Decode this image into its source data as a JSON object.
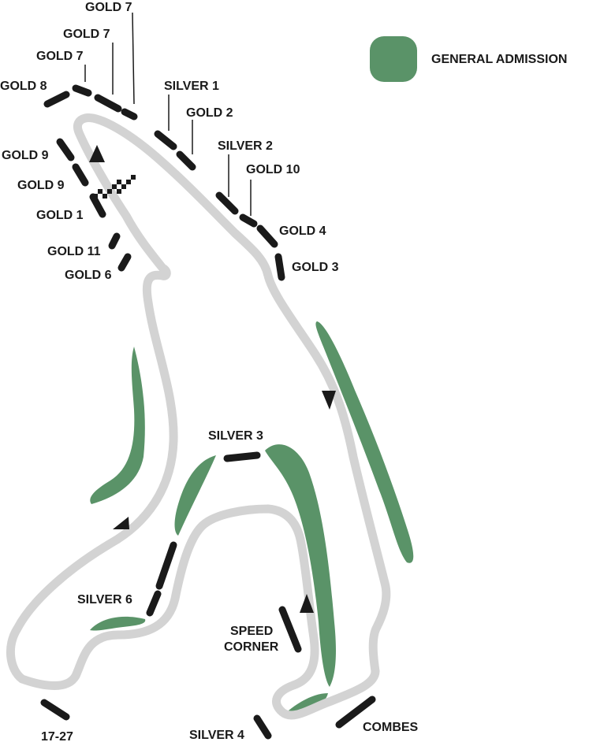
{
  "legend": {
    "label": "GENERAL ADMISSION",
    "color": "#5a9368"
  },
  "colors": {
    "track": "#d3d3d3",
    "grandstand": "#1a1a1a",
    "general_admission": "#5a9368"
  },
  "labels": {
    "gold7_a": "GOLD 7",
    "gold7_b": "GOLD 7",
    "gold7_c": "GOLD 7",
    "gold8": "GOLD 8",
    "silver1": "SILVER 1",
    "gold2": "GOLD 2",
    "silver2": "SILVER 2",
    "gold10": "GOLD 10",
    "gold4": "GOLD 4",
    "gold3": "GOLD 3",
    "gold9_a": "GOLD 9",
    "gold9_b": "GOLD 9",
    "gold1": "GOLD 1",
    "gold11": "GOLD 11",
    "gold6": "GOLD 6",
    "silver3": "SILVER 3",
    "silver6": "SILVER 6",
    "speed_corner_1": "SPEED",
    "speed_corner_2": "CORNER",
    "combes": "COMBES",
    "silver4": "SILVER 4",
    "zone_17_27": "17-27"
  }
}
